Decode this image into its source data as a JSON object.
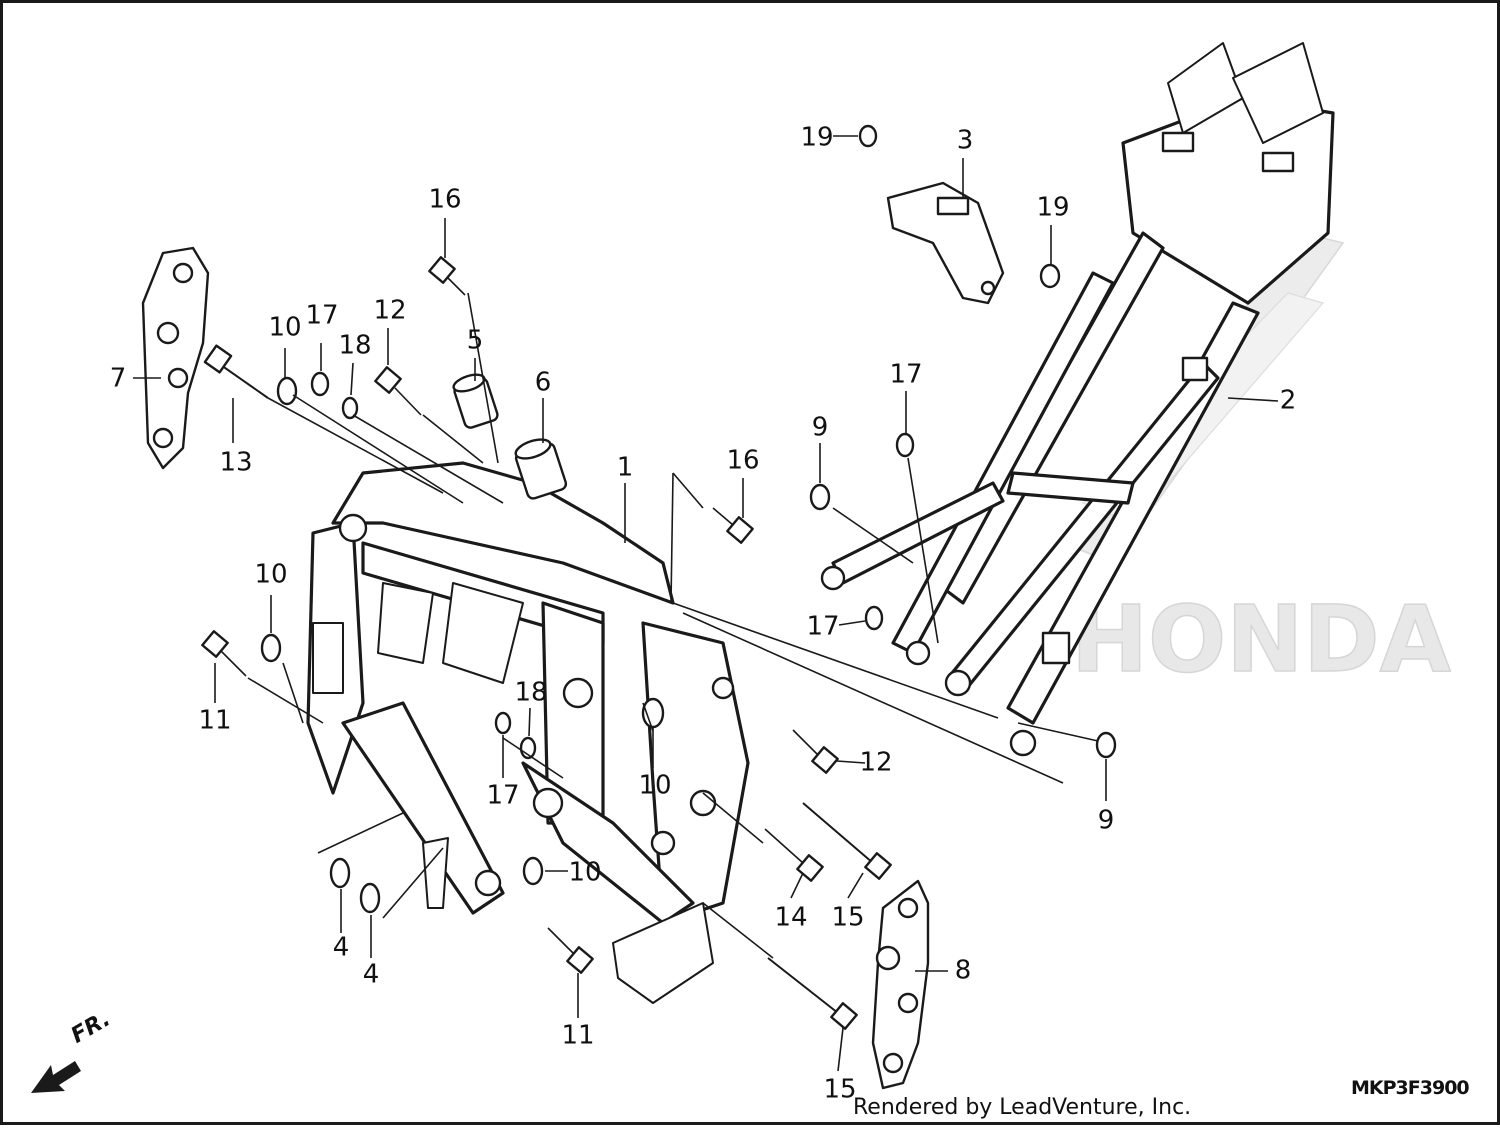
{
  "diagram": {
    "watermark": "HONDA",
    "front_indicator": "FR.",
    "diagram_code": "MKP3F3900",
    "credit": "Rendered by LeadVenture, Inc."
  },
  "callouts": {
    "c1": "1",
    "c2": "2",
    "c3": "3",
    "c4a": "4",
    "c4b": "4",
    "c5": "5",
    "c6": "6",
    "c7": "7",
    "c8": "8",
    "c9a": "9",
    "c9b": "9",
    "c10a": "10",
    "c10b": "10",
    "c10c": "10",
    "c10d": "10",
    "c11a": "11",
    "c11b": "11",
    "c12a": "12",
    "c12b": "12",
    "c13": "13",
    "c14": "14",
    "c15a": "15",
    "c15b": "15",
    "c16a": "16",
    "c16b": "16",
    "c17a": "17",
    "c17b": "17",
    "c17c": "17",
    "c17d": "17",
    "c18a": "18",
    "c18b": "18",
    "c19a": "19",
    "c19b": "19"
  }
}
